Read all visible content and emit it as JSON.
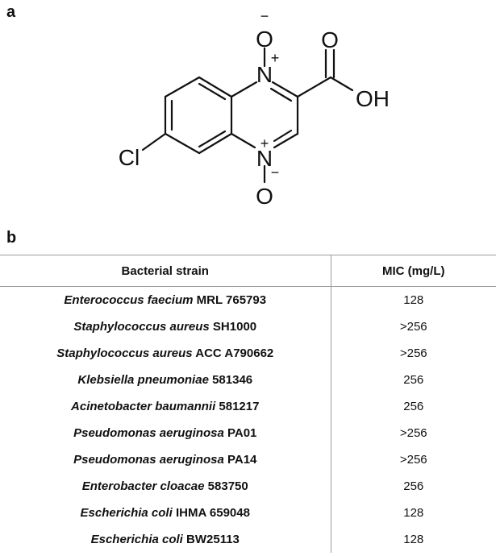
{
  "panels": {
    "a": "a",
    "b": "b"
  },
  "structure": {
    "atoms": {
      "cl": "Cl",
      "n_top": "N",
      "n_bottom": "N",
      "o_top": "O",
      "o_bottom": "O",
      "o_carbonyl": "O",
      "oh": "OH"
    },
    "charges": {
      "minus_top": "−",
      "plus_top": "+",
      "plus_bottom": "+",
      "minus_bottom": "−"
    }
  },
  "table": {
    "headers": [
      "Bacterial strain",
      "MIC (mg/L)"
    ],
    "rows": [
      {
        "species": "Enterococcus faecium",
        "strain": "MRL 765793",
        "mic": "128"
      },
      {
        "species": "Staphylococcus aureus",
        "strain": "SH1000",
        "mic": ">256"
      },
      {
        "species": "Staphylococcus aureus",
        "strain": "ACC A790662",
        "mic": ">256"
      },
      {
        "species": "Klebsiella pneumoniae",
        "strain": "581346",
        "mic": "256"
      },
      {
        "species": "Acinetobacter baumannii",
        "strain": "581217",
        "mic": "256"
      },
      {
        "species": "Pseudomonas aeruginosa",
        "strain": "PA01",
        "mic": ">256"
      },
      {
        "species": "Pseudomonas aeruginosa",
        "strain": "PA14",
        "mic": ">256"
      },
      {
        "species": "Enterobacter cloacae",
        "strain": "583750",
        "mic": "256"
      },
      {
        "species": "Escherichia coli",
        "strain": "IHMA 659048",
        "mic": "128"
      },
      {
        "species": "Escherichia coli",
        "strain": "BW25113",
        "mic": "128"
      }
    ]
  }
}
